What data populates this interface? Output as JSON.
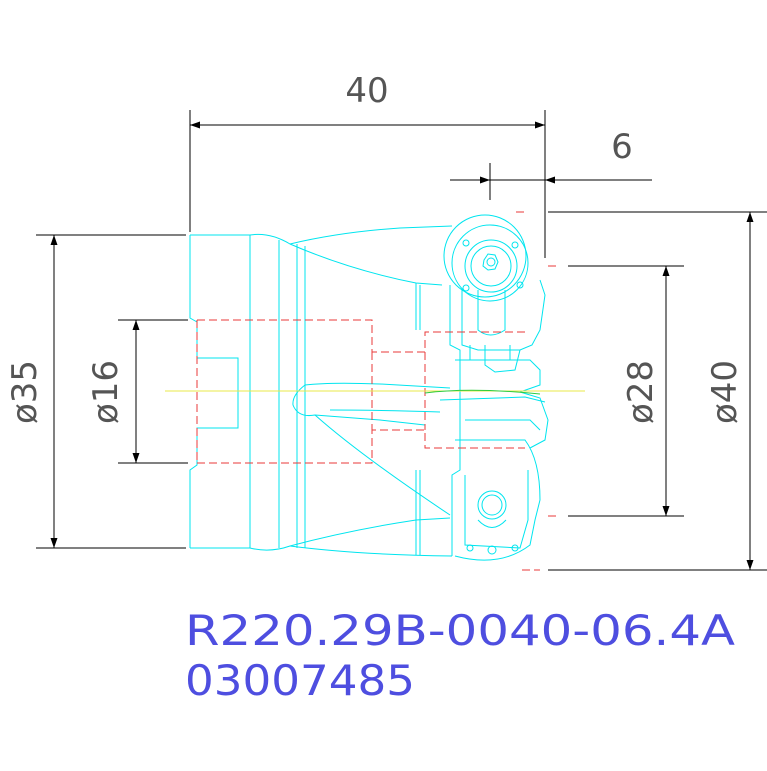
{
  "drawing": {
    "background": "#ffffff",
    "colors": {
      "outline": "#00e5ef",
      "hidden": "#e83a3a",
      "centerline": "#e8e84a",
      "dimension": "#000000",
      "dimension_text": "#555555",
      "title_text": "#4e4ee0",
      "accent": "#2ecc40"
    },
    "dimensions": {
      "overall_length": "40",
      "edge_offset": "6",
      "dia_shank": "ø35",
      "dia_bore": "ø16",
      "dia_inner": "ø28",
      "dia_cutting": "ø40"
    },
    "title": {
      "part_number": "R220.29B-0040-06.4A",
      "item_number": "03007485"
    }
  }
}
